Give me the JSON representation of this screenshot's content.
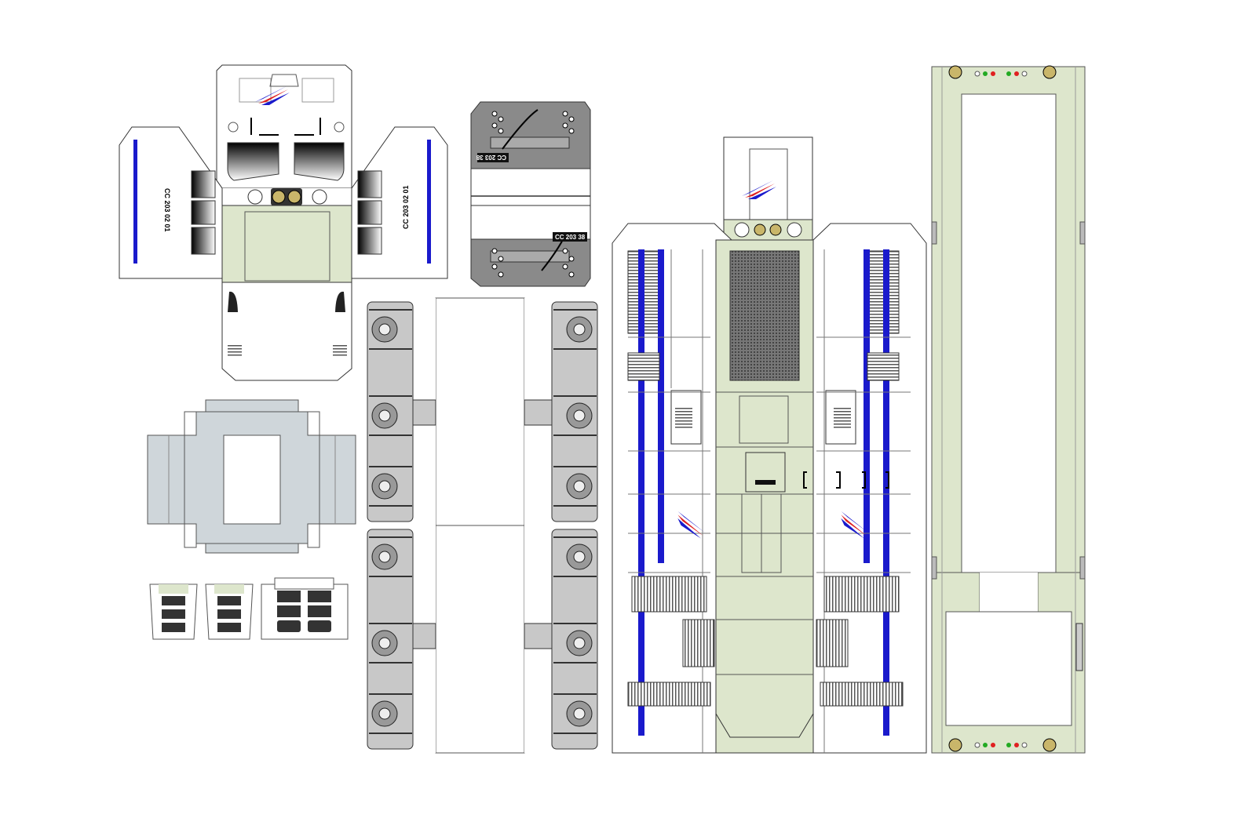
{
  "sheet": {
    "title": "",
    "cab_side_label": "CC 203 02 01",
    "roof_label": "CC 203 38",
    "colors": {
      "background": "#ffffff",
      "body_white": "#ffffff",
      "pale_green": "#dde6cc",
      "roof_grey": "#8a8a8a",
      "bogie_grey": "#c8c8c8",
      "stripe_blue": "#1a1acc",
      "accent_red": "#e02020",
      "frame_grey": "#cfd6da",
      "outline": "#333333"
    },
    "icons": [
      "logo-swoosh",
      "headlight",
      "grille",
      "vent"
    ]
  }
}
